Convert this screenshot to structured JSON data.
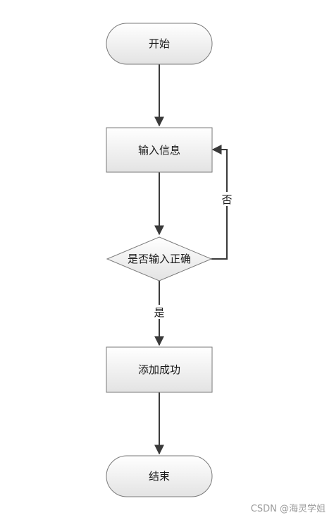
{
  "diagram": {
    "nodes": {
      "start": {
        "label": "开始"
      },
      "input": {
        "label": "输入信息"
      },
      "decision": {
        "label": "是否输入正确"
      },
      "success": {
        "label": "添加成功"
      },
      "end": {
        "label": "结束"
      }
    },
    "edges": {
      "no_label": "否",
      "yes_label": "是"
    },
    "colors": {
      "node_fill_light": "#ffffff",
      "node_fill_dark": "#e3e3e3",
      "node_stroke": "#7a7a7a",
      "edge_stroke": "#3a3a3a"
    }
  },
  "watermark": "CSDN @海灵学姐"
}
